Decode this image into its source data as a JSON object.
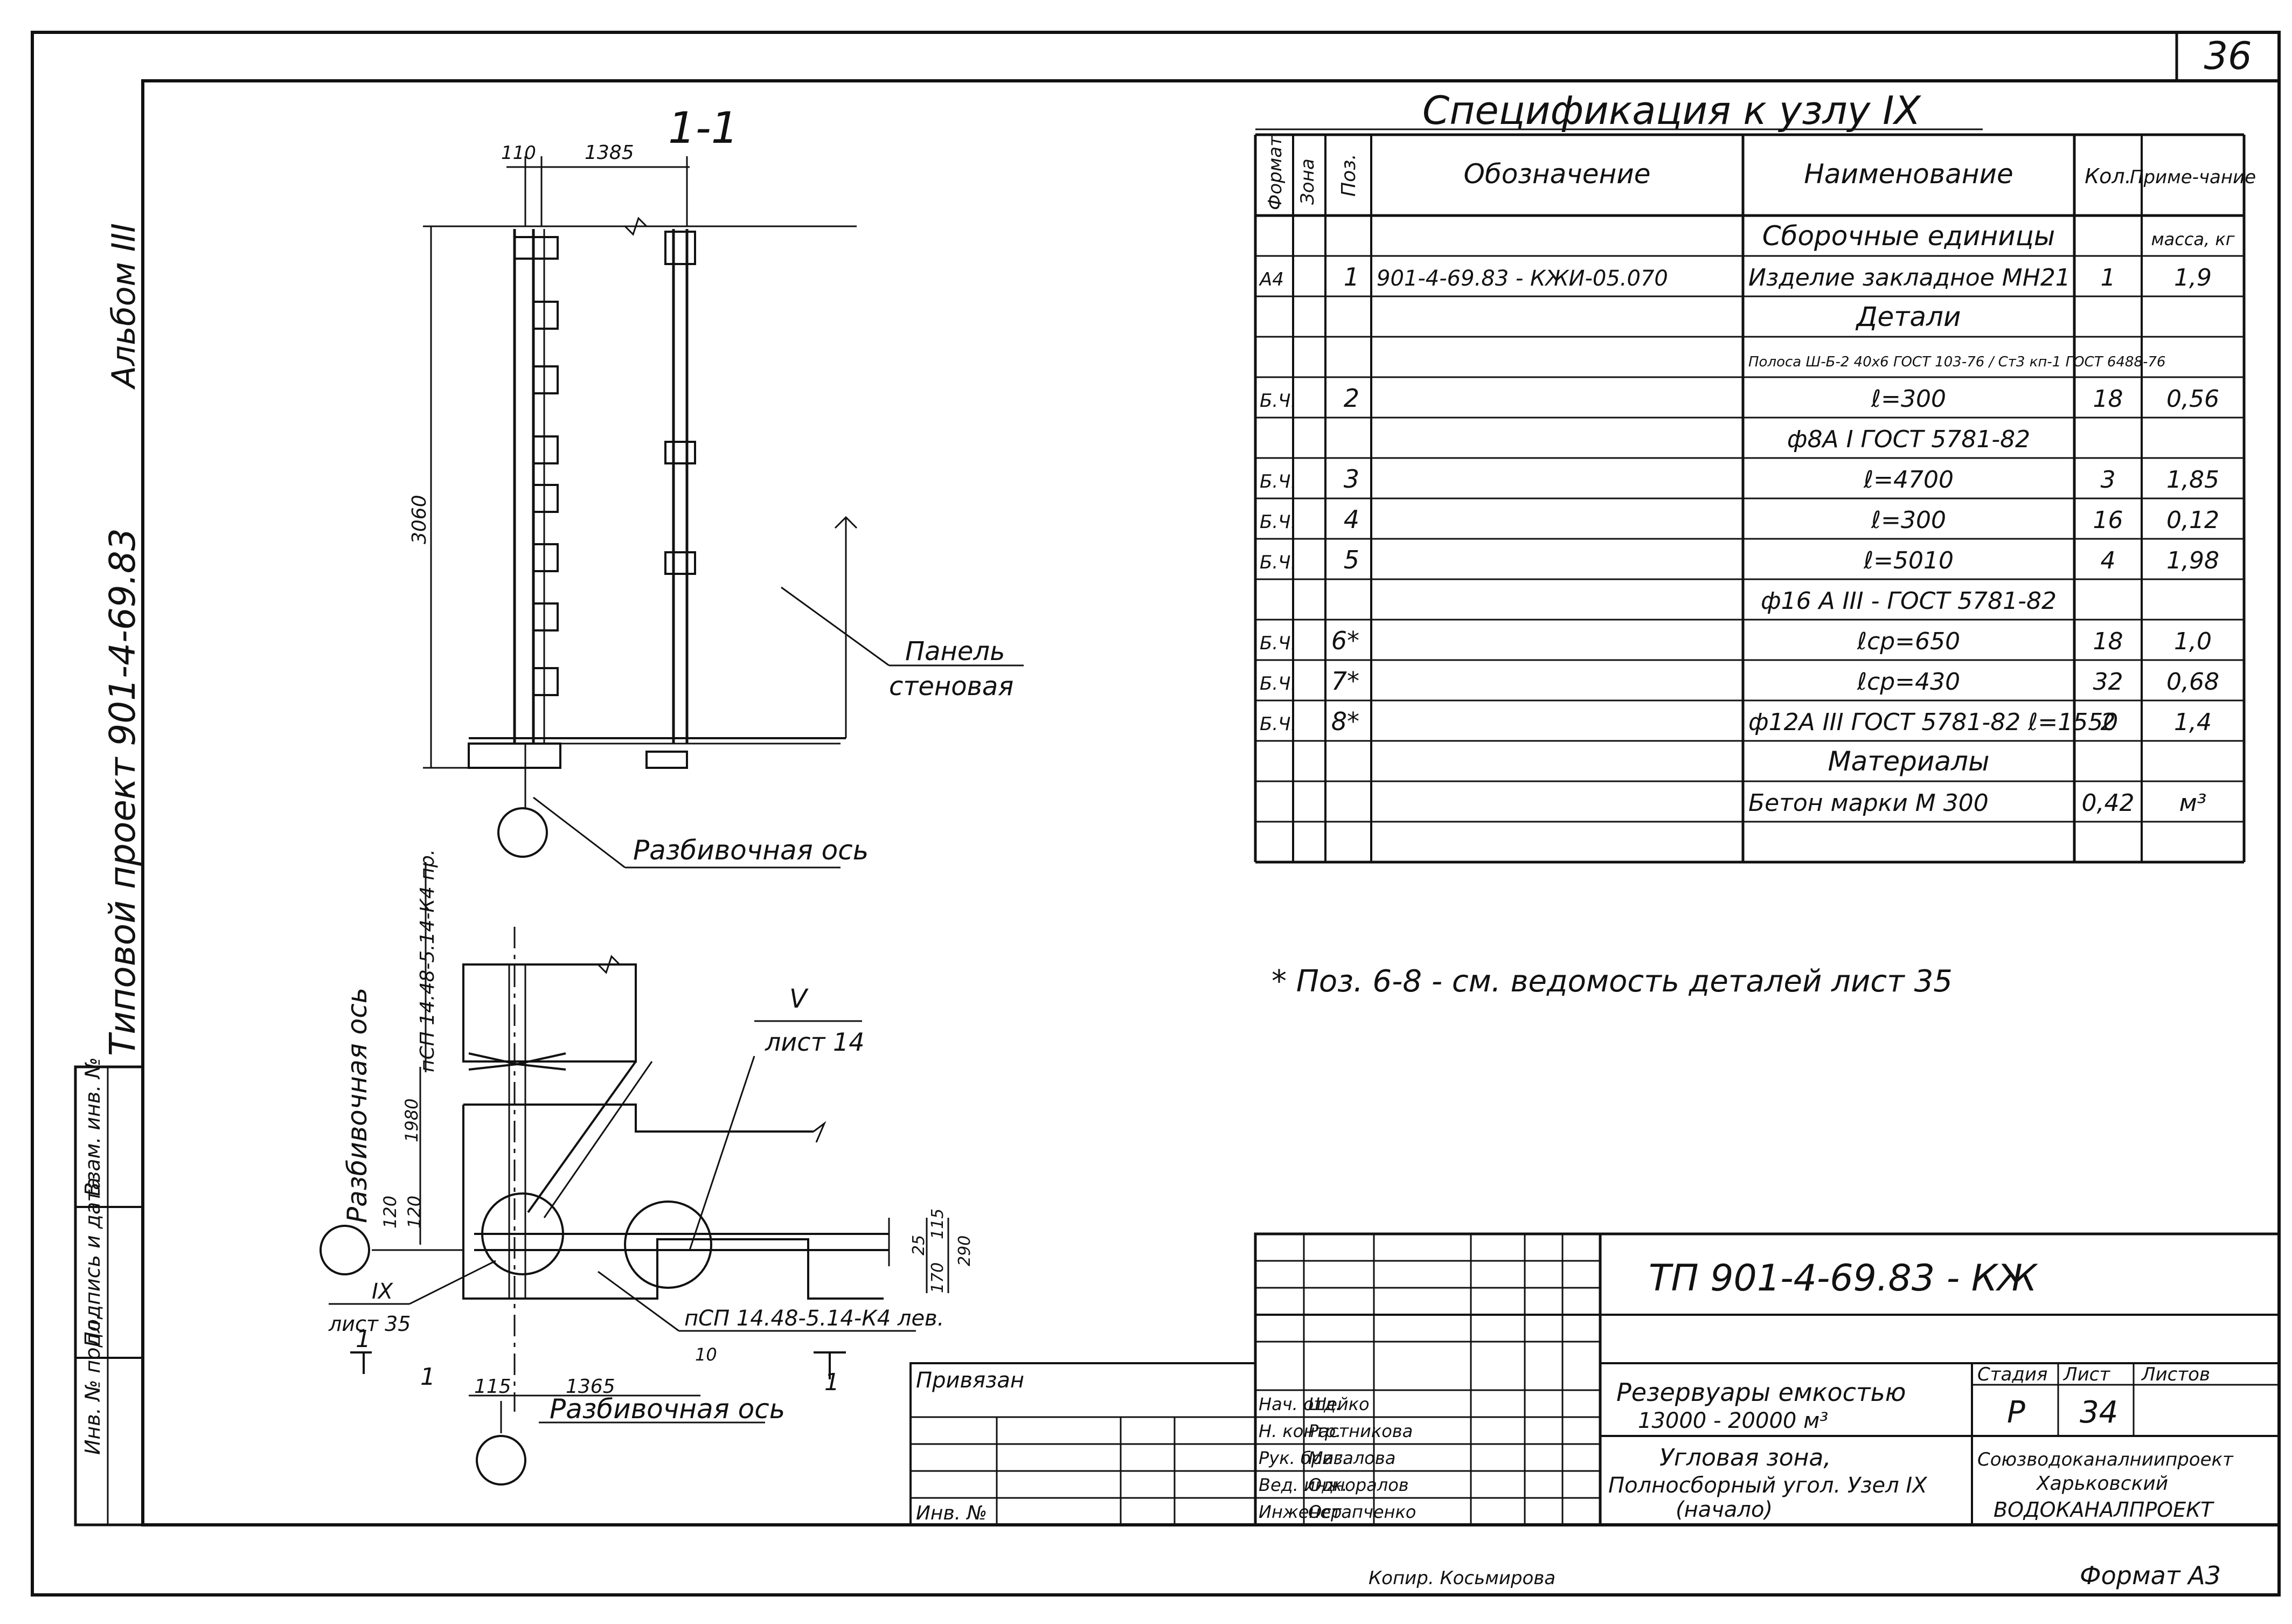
{
  "sheet_corner": "36",
  "album": "Альбом III",
  "project": "Типовой проект 901-4-69.83",
  "left_strip": [
    "Инв. № подл.",
    "Подпись и дата",
    "Взам. инв. №"
  ],
  "section": {
    "title": "1-1",
    "dims": {
      "top_small": "110",
      "top": "1385",
      "height": "3060"
    },
    "label_panel": [
      "Панель",
      "стеновая"
    ],
    "label_axis": "Разбивочная ось"
  },
  "plan": {
    "note_top": "пСП 14.48-5.14-К4 пр.",
    "axis_vertical": "Разбивочная ось",
    "ref_v": "V",
    "ref_v_sheet": "лист 14",
    "ref_ix": "IX",
    "ref_ix_sheet": "лист 35",
    "note_bottom": "пСП 14.48-5.14-К4 лев.",
    "dims": {
      "a": "1980",
      "b": "120",
      "c": "120",
      "d": "25",
      "e": "115",
      "f": "170",
      "g": "290",
      "h": "10",
      "i": "115",
      "j": "1365"
    },
    "axis_bottom": "Разбивочная ось",
    "section_mark": "1"
  },
  "spec": {
    "title": "Спецификация   к  узлу  IX",
    "headers": [
      "Формат",
      "Зона",
      "Поз.",
      "Обозначение",
      "Наименование",
      "Кол.",
      "Приме-чание"
    ],
    "rows": [
      {
        "format": "",
        "zone": "",
        "pos": "",
        "designation": "",
        "name": "Сборочные   единицы",
        "qty": "",
        "note": "масса, кг",
        "style": "section"
      },
      {
        "format": "А4",
        "zone": "",
        "pos": "1",
        "designation": "901-4-69.83 - КЖИ-05.070",
        "name": "Изделие закладное МН21",
        "qty": "1",
        "note": "1,9",
        "style": ""
      },
      {
        "format": "",
        "zone": "",
        "pos": "",
        "designation": "",
        "name": "Детали",
        "qty": "",
        "note": "",
        "style": "heading"
      },
      {
        "format": "",
        "zone": "",
        "pos": "",
        "designation": "",
        "name": "Полоса  Ш-Б-2 40х6 ГОСТ 103-76 / Ст3 кп-1 ГОСТ 6488-76",
        "qty": "",
        "note": "",
        "style": "small"
      },
      {
        "format": "Б.Ч.",
        "zone": "",
        "pos": "2",
        "designation": "",
        "name": "ℓ=300",
        "qty": "18",
        "note": "0,56",
        "style": "center"
      },
      {
        "format": "",
        "zone": "",
        "pos": "",
        "designation": "",
        "name": "ф8А I  ГОСТ 5781-82",
        "qty": "",
        "note": "",
        "style": "center"
      },
      {
        "format": "Б.Ч.",
        "zone": "",
        "pos": "3",
        "designation": "",
        "name": "ℓ=4700",
        "qty": "3",
        "note": "1,85",
        "style": "center"
      },
      {
        "format": "Б.Ч.",
        "zone": "",
        "pos": "4",
        "designation": "",
        "name": "ℓ=300",
        "qty": "16",
        "note": "0,12",
        "style": "center"
      },
      {
        "format": "Б.Ч.",
        "zone": "",
        "pos": "5",
        "designation": "",
        "name": "ℓ=5010",
        "qty": "4",
        "note": "1,98",
        "style": "center"
      },
      {
        "format": "",
        "zone": "",
        "pos": "",
        "designation": "",
        "name": "ф16 А III - ГОСТ 5781-82",
        "qty": "",
        "note": "",
        "style": "center"
      },
      {
        "format": "Б.Ч.",
        "zone": "",
        "pos": "6*",
        "designation": "",
        "name": "ℓср=650",
        "qty": "18",
        "note": "1,0",
        "style": "center"
      },
      {
        "format": "Б.Ч.",
        "zone": "",
        "pos": "7*",
        "designation": "",
        "name": "ℓср=430",
        "qty": "32",
        "note": "0,68",
        "style": "center"
      },
      {
        "format": "Б.Ч.",
        "zone": "",
        "pos": "8*",
        "designation": "",
        "name": "ф12А III ГОСТ 5781-82   ℓ=1550",
        "qty": "2",
        "note": "1,4",
        "style": ""
      },
      {
        "format": "",
        "zone": "",
        "pos": "",
        "designation": "",
        "name": "Материалы",
        "qty": "",
        "note": "",
        "style": "heading"
      },
      {
        "format": "",
        "zone": "",
        "pos": "",
        "designation": "",
        "name": "Бетон  марки  М 300",
        "qty": "0,42",
        "note": "м³",
        "style": ""
      },
      {
        "format": "",
        "zone": "",
        "pos": "",
        "designation": "",
        "name": "",
        "qty": "",
        "note": "",
        "style": ""
      }
    ],
    "footnote": "* Поз.  6-8 - см.  ведомость  деталей   лист 35"
  },
  "stamp": {
    "code": "ТП 901-4-69.83 - КЖ",
    "privyazan": "Привязан",
    "inv": "Инв. №",
    "people": [
      {
        "role": "Нач. отд.",
        "name": "Шейко"
      },
      {
        "role": "Н. контр.",
        "name": "Растникова"
      },
      {
        "role": "Рук. бриг.",
        "name": "Мазалова"
      },
      {
        "role": "Вед. инж.",
        "name": "Одноралов"
      },
      {
        "role": "Инженер",
        "name": "Остапченко"
      }
    ],
    "object": [
      "Резервуары  емкостью",
      "13000 - 20000 м³"
    ],
    "drawing": [
      "Угловая  зона,",
      "Полносборный  угол.  Узел IX",
      "(начало)"
    ],
    "stage_label": "Стадия",
    "sheet_label": "Лист",
    "sheets_label": "Листов",
    "stage": "Р",
    "sheet": "34",
    "org": [
      "Союзводоканалниипроект",
      "Харьковский",
      "ВОДОКАНАЛПРОЕКТ"
    ]
  },
  "copied": "Копир.  Косьмирова",
  "format": "Формат А3"
}
